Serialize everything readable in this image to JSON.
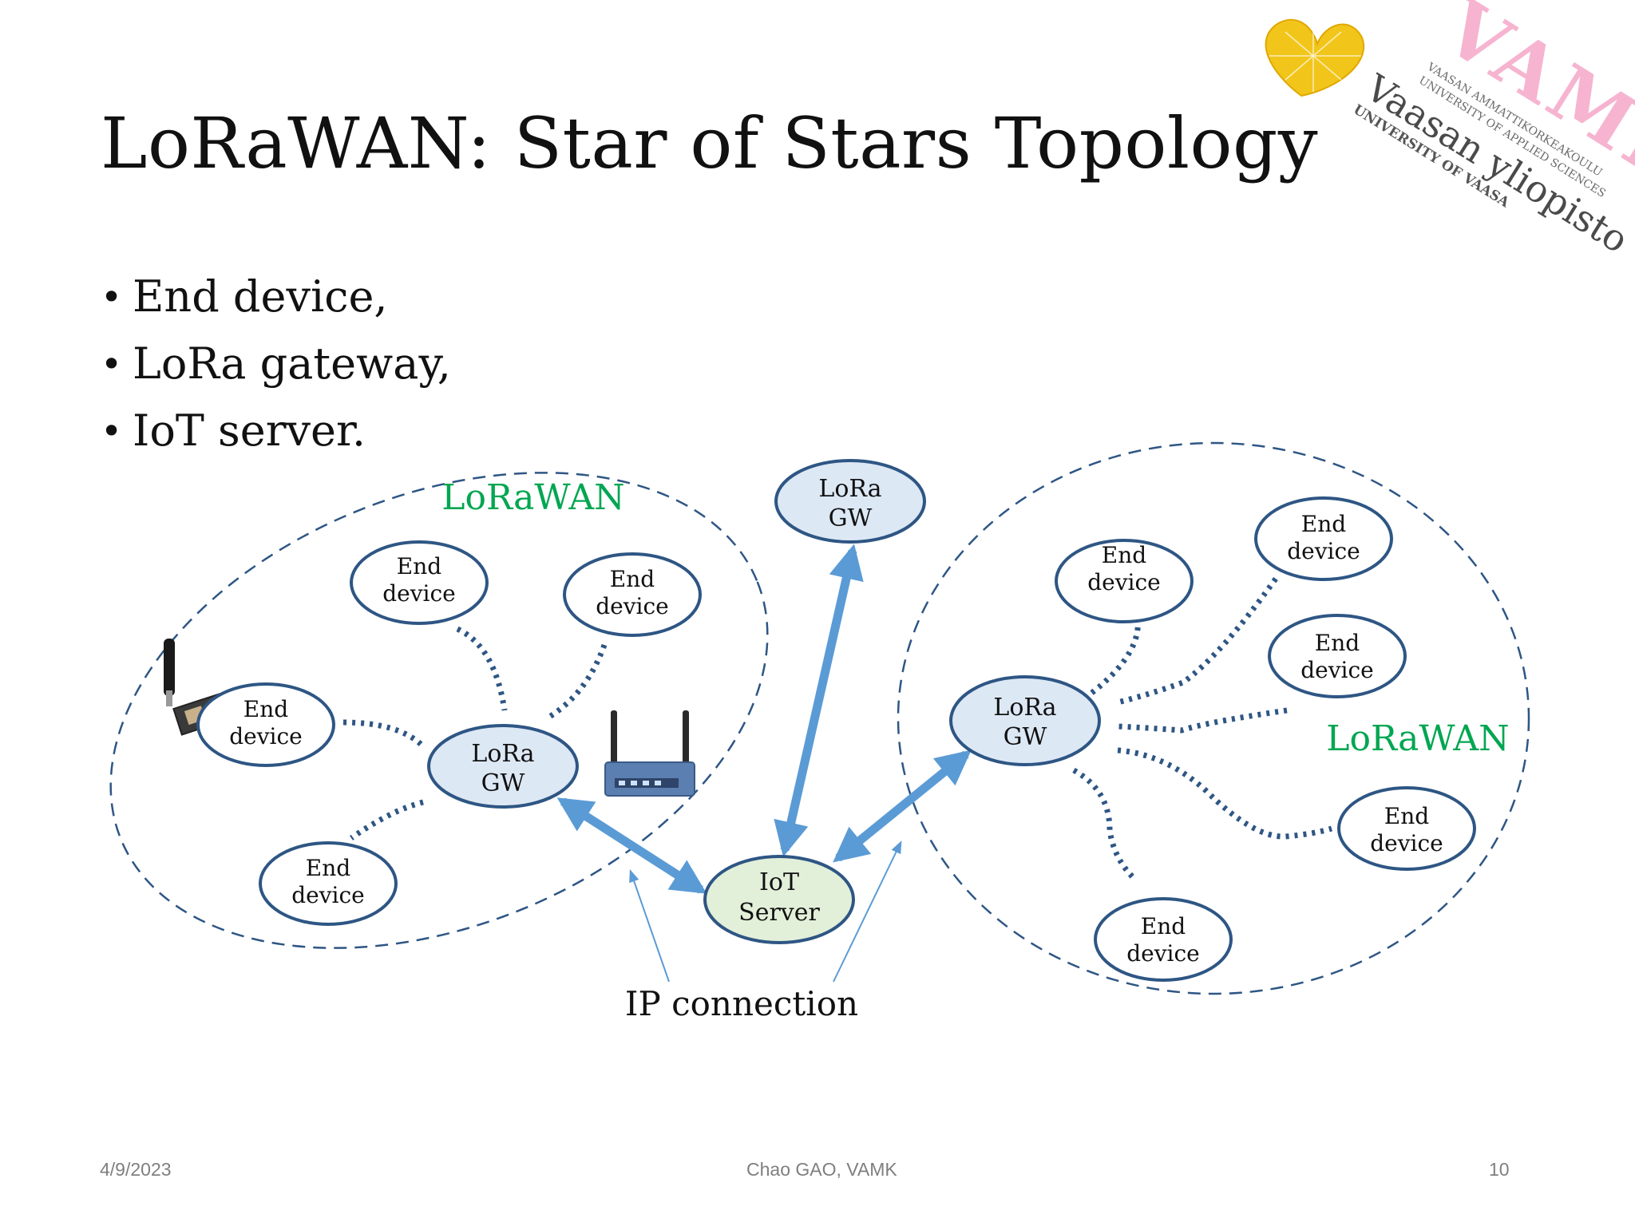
{
  "slide": {
    "title": "LoRaWAN: Star of Stars Topology",
    "bullets": [
      "End device,",
      "LoRa gateway,",
      "IoT server."
    ]
  },
  "diagram": {
    "left_network_label": "LoRaWAN",
    "right_network_label": "LoRaWAN",
    "end_device_line1": "End",
    "end_device_line2": "device",
    "gateway_line1": "LoRa",
    "gateway_line2": "GW",
    "server_line1": "IoT",
    "server_line2": "Server",
    "ip_connection_label": "IP connection",
    "colors": {
      "node_stroke": "#2e5684",
      "gateway_fill": "#dde8f5",
      "server_fill": "#e2efd9",
      "link_arrow": "#5b9bd5",
      "network_label": "#00a651"
    }
  },
  "logo": {
    "brand": "VAMK",
    "line1": "VAASAN AMMATTIKORKEAKOULU",
    "line2": "UNIVERSITY OF APPLIED SCIENCES",
    "line3": "Vaasan yliopisto",
    "line4": "UNIVERSITY OF VAASA"
  },
  "footer": {
    "date": "4/9/2023",
    "author": "Chao GAO, VAMK",
    "page": "10"
  }
}
